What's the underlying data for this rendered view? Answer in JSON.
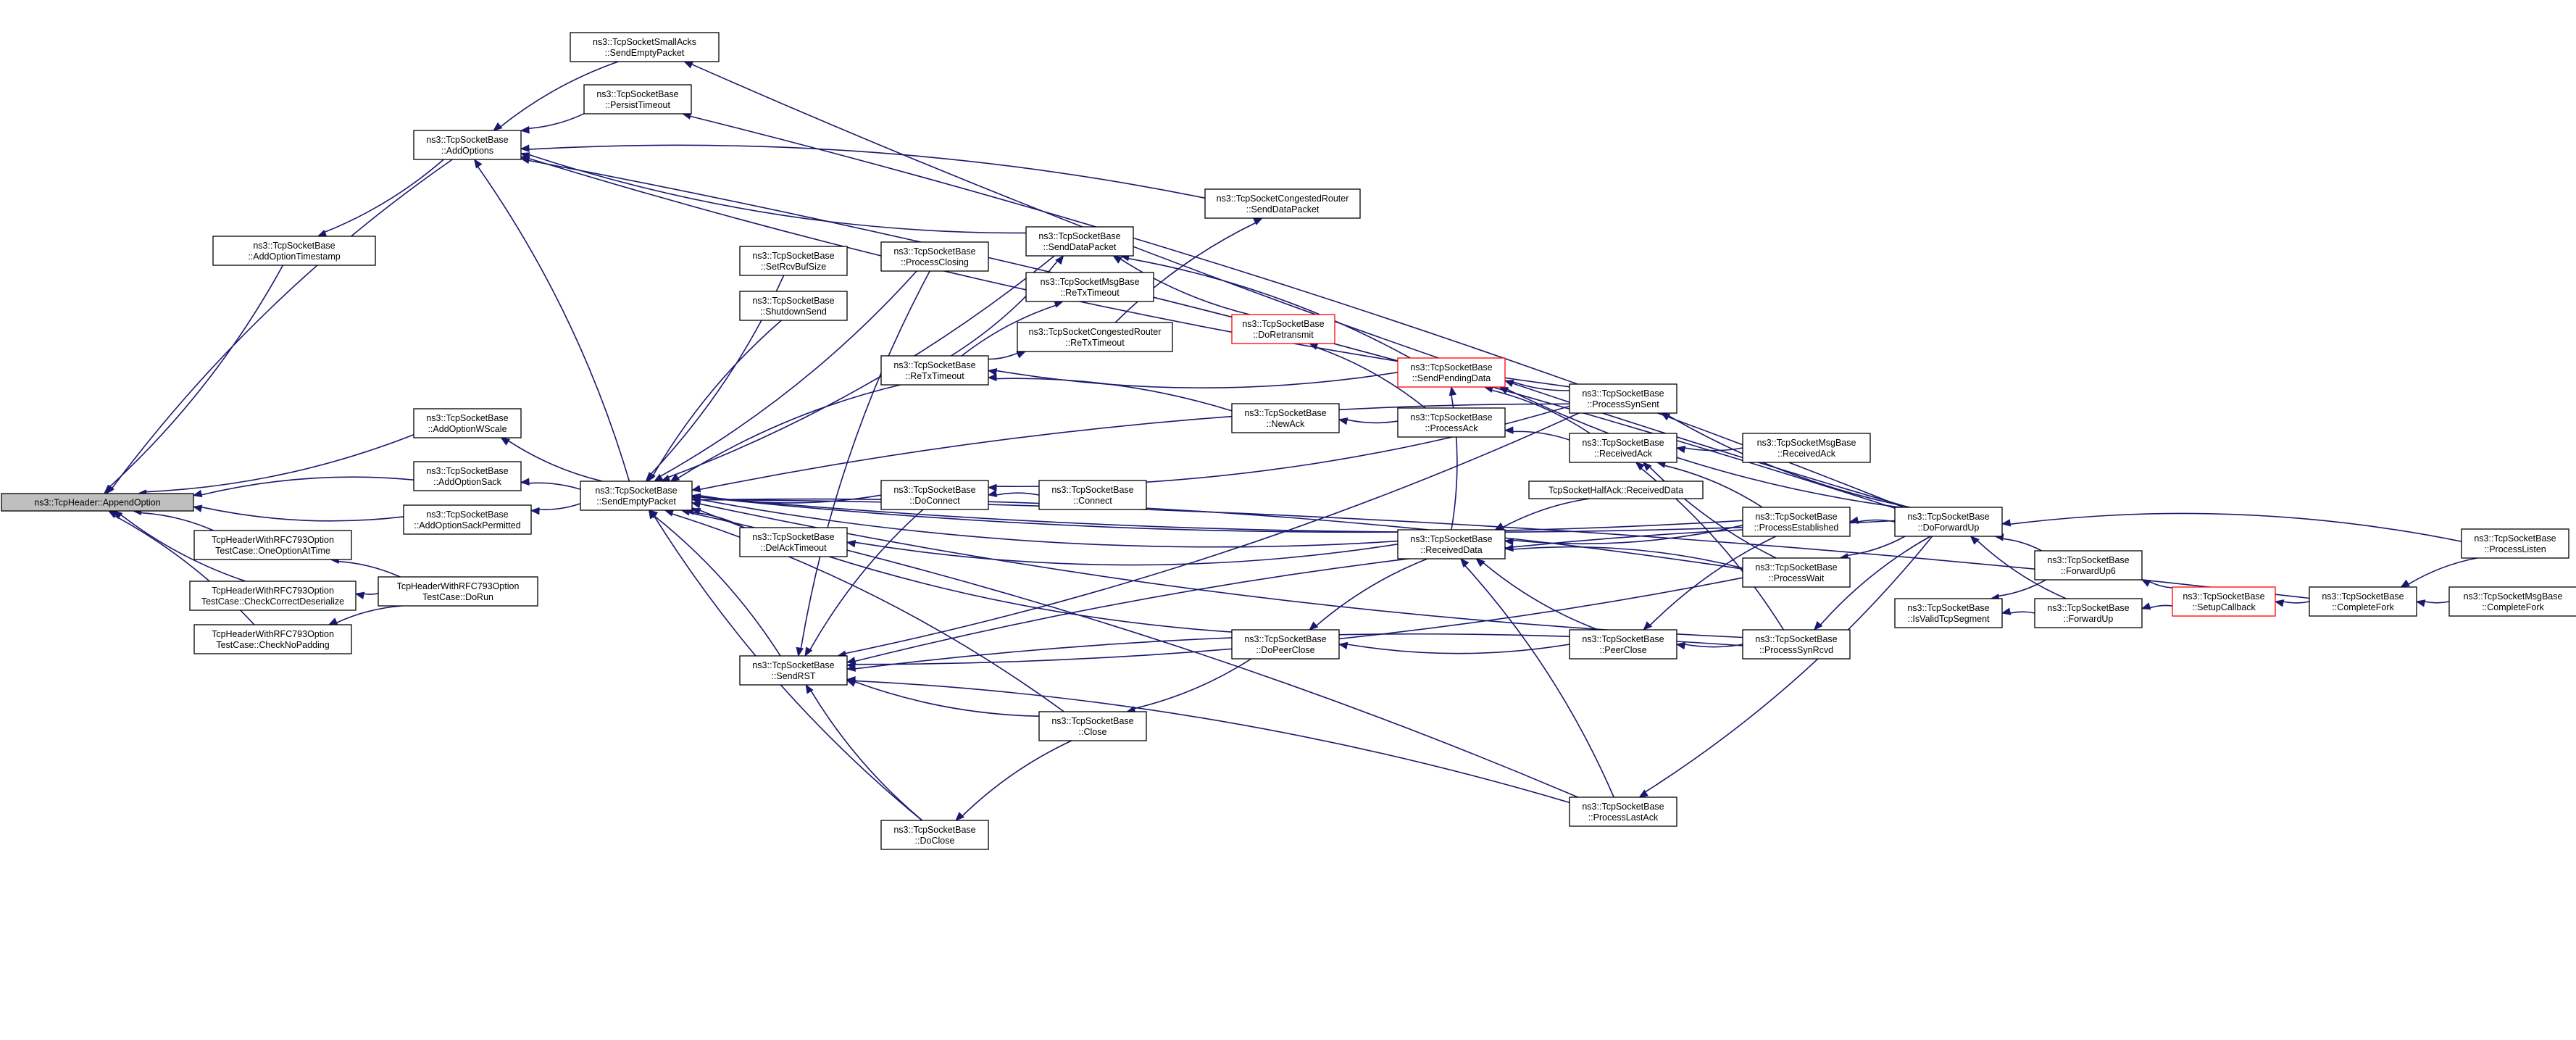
{
  "graph": {
    "edge_color": "#191970",
    "root_fill": "#bfbfbf",
    "truncated_border_color": "#ff0000",
    "nodes": [
      {
        "id": "append",
        "lines": [
          "ns3::TcpHeader::AppendOption"
        ],
        "root": true
      },
      {
        "id": "aots",
        "lines": [
          "ns3::TcpSocketBase",
          "::AddOptionTimestamp"
        ]
      },
      {
        "id": "addopt",
        "lines": [
          "ns3::TcpSocketBase",
          "::AddOptions"
        ]
      },
      {
        "id": "sack_sep",
        "lines": [
          "ns3::TcpSocketSmallAcks",
          "::SendEmptyPacket"
        ]
      },
      {
        "id": "persist",
        "lines": [
          "ns3::TcpSocketBase",
          "::PersistTimeout"
        ]
      },
      {
        "id": "aows",
        "lines": [
          "ns3::TcpSocketBase",
          "::AddOptionWScale"
        ]
      },
      {
        "id": "aosack",
        "lines": [
          "ns3::TcpSocketBase",
          "::AddOptionSack"
        ]
      },
      {
        "id": "aosp",
        "lines": [
          "ns3::TcpSocketBase",
          "::AddOptionSackPermitted"
        ]
      },
      {
        "id": "t1",
        "lines": [
          "TcpHeaderWithRFC793Option",
          "TestCase::OneOptionAtTime"
        ]
      },
      {
        "id": "t2",
        "lines": [
          "TcpHeaderWithRFC793Option",
          "TestCase::CheckCorrectDeserialize"
        ]
      },
      {
        "id": "t3",
        "lines": [
          "TcpHeaderWithRFC793Option",
          "TestCase::CheckNoPadding"
        ]
      },
      {
        "id": "trun",
        "lines": [
          "TcpHeaderWithRFC793Option",
          "TestCase::DoRun"
        ]
      },
      {
        "id": "sep",
        "lines": [
          "ns3::TcpSocketBase",
          "::SendEmptyPacket"
        ]
      },
      {
        "id": "srcv",
        "lines": [
          "ns3::TcpSocketBase",
          "::SetRcvBufSize"
        ]
      },
      {
        "id": "sshut",
        "lines": [
          "ns3::TcpSocketBase",
          "::ShutdownSend"
        ]
      },
      {
        "id": "pclosing",
        "lines": [
          "ns3::TcpSocketBase",
          "::ProcessClosing"
        ]
      },
      {
        "id": "sdp",
        "lines": [
          "ns3::TcpSocketBase",
          "::SendDataPacket"
        ]
      },
      {
        "id": "mrto",
        "lines": [
          "ns3::TcpSocketMsgBase",
          "::ReTxTimeout"
        ]
      },
      {
        "id": "crrto",
        "lines": [
          "ns3::TcpSocketCongestedRouter",
          "::ReTxTimeout"
        ]
      },
      {
        "id": "crsdp",
        "lines": [
          "ns3::TcpSocketCongestedRouter",
          "::SendDataPacket"
        ]
      },
      {
        "id": "dortx",
        "lines": [
          "ns3::TcpSocketBase",
          "::DoRetransmit"
        ],
        "red": true
      },
      {
        "id": "rto",
        "lines": [
          "ns3::TcpSocketBase",
          "::ReTxTimeout"
        ]
      },
      {
        "id": "spd",
        "lines": [
          "ns3::TcpSocketBase",
          "::SendPendingData"
        ],
        "red": true
      },
      {
        "id": "pss",
        "lines": [
          "ns3::TcpSocketBase",
          "::ProcessSynSent"
        ]
      },
      {
        "id": "newack",
        "lines": [
          "ns3::TcpSocketBase",
          "::NewAck"
        ]
      },
      {
        "id": "pack",
        "lines": [
          "ns3::TcpSocketBase",
          "::ProcessAck"
        ]
      },
      {
        "id": "rack",
        "lines": [
          "ns3::TcpSocketBase",
          "::ReceivedAck"
        ]
      },
      {
        "id": "mrack",
        "lines": [
          "ns3::TcpSocketMsgBase",
          "::ReceivedAck"
        ]
      },
      {
        "id": "doconn",
        "lines": [
          "ns3::TcpSocketBase",
          "::DoConnect"
        ]
      },
      {
        "id": "conn",
        "lines": [
          "ns3::TcpSocketBase",
          "::Connect"
        ]
      },
      {
        "id": "half",
        "lines": [
          "TcpSocketHalfAck::ReceivedData"
        ]
      },
      {
        "id": "delack",
        "lines": [
          "ns3::TcpSocketBase",
          "::DelAckTimeout"
        ]
      },
      {
        "id": "rdata",
        "lines": [
          "ns3::TcpSocketBase",
          "::ReceivedData"
        ]
      },
      {
        "id": "pest",
        "lines": [
          "ns3::TcpSocketBase",
          "::ProcessEstablished"
        ]
      },
      {
        "id": "pwait",
        "lines": [
          "ns3::TcpSocketBase",
          "::ProcessWait"
        ]
      },
      {
        "id": "dfu",
        "lines": [
          "ns3::TcpSocketBase",
          "::DoForwardUp"
        ]
      },
      {
        "id": "plisten",
        "lines": [
          "ns3::TcpSocketBase",
          "::ProcessListen"
        ]
      },
      {
        "id": "fu6",
        "lines": [
          "ns3::TcpSocketBase",
          "::ForwardUp6"
        ]
      },
      {
        "id": "isvalid",
        "lines": [
          "ns3::TcpSocketBase",
          "::IsValidTcpSegment"
        ]
      },
      {
        "id": "fu",
        "lines": [
          "ns3::TcpSocketBase",
          "::ForwardUp"
        ]
      },
      {
        "id": "setupcb",
        "lines": [
          "ns3::TcpSocketBase",
          "::SetupCallback"
        ],
        "red": true
      },
      {
        "id": "cfork",
        "lines": [
          "ns3::TcpSocketBase",
          "::CompleteFork"
        ]
      },
      {
        "id": "mcfork",
        "lines": [
          "ns3::TcpSocketMsgBase",
          "::CompleteFork"
        ]
      },
      {
        "id": "dpclose",
        "lines": [
          "ns3::TcpSocketBase",
          "::DoPeerClose"
        ]
      },
      {
        "id": "pclose",
        "lines": [
          "ns3::TcpSocketBase",
          "::PeerClose"
        ]
      },
      {
        "id": "psrcvd",
        "lines": [
          "ns3::TcpSocketBase",
          "::ProcessSynRcvd"
        ]
      },
      {
        "id": "srst",
        "lines": [
          "ns3::TcpSocketBase",
          "::SendRST"
        ]
      },
      {
        "id": "close",
        "lines": [
          "ns3::TcpSocketBase",
          "::Close"
        ]
      },
      {
        "id": "plack",
        "lines": [
          "ns3::TcpSocketBase",
          "::ProcessLastAck"
        ]
      },
      {
        "id": "doclose",
        "lines": [
          "ns3::TcpSocketBase",
          "::DoClose"
        ]
      }
    ],
    "edges": [
      [
        "append",
        "aots"
      ],
      [
        "append",
        "addopt"
      ],
      [
        "append",
        "aows"
      ],
      [
        "append",
        "aosack"
      ],
      [
        "append",
        "aosp"
      ],
      [
        "append",
        "t1"
      ],
      [
        "append",
        "t2"
      ],
      [
        "append",
        "t3"
      ],
      [
        "aots",
        "addopt"
      ],
      [
        "addopt",
        "sack_sep"
      ],
      [
        "addopt",
        "persist"
      ],
      [
        "addopt",
        "sep"
      ],
      [
        "addopt",
        "sdp"
      ],
      [
        "addopt",
        "crsdp"
      ],
      [
        "addopt",
        "pss"
      ],
      [
        "addopt",
        "dfu"
      ],
      [
        "aows",
        "sep"
      ],
      [
        "aosack",
        "sep"
      ],
      [
        "aosp",
        "sep"
      ],
      [
        "t1",
        "trun"
      ],
      [
        "t2",
        "trun"
      ],
      [
        "t3",
        "trun"
      ],
      [
        "sep",
        "srcv"
      ],
      [
        "sep",
        "sshut"
      ],
      [
        "sep",
        "pclosing"
      ],
      [
        "sep",
        "rto"
      ],
      [
        "sep",
        "doconn"
      ],
      [
        "sep",
        "delack"
      ],
      [
        "sep",
        "rdata"
      ],
      [
        "sep",
        "srst"
      ],
      [
        "sep",
        "dpclose"
      ],
      [
        "sep",
        "close"
      ],
      [
        "sep",
        "doclose"
      ],
      [
        "sep",
        "pss"
      ],
      [
        "sep",
        "pest"
      ],
      [
        "sep",
        "pwait"
      ],
      [
        "sep",
        "psrcvd"
      ],
      [
        "sep",
        "plack"
      ],
      [
        "sep",
        "dfu"
      ],
      [
        "sep",
        "cfork"
      ],
      [
        "sep",
        "sdp"
      ],
      [
        "persist",
        "dfu"
      ],
      [
        "sack_sep",
        "dfu"
      ],
      [
        "sdp",
        "rto"
      ],
      [
        "sdp",
        "dortx"
      ],
      [
        "sdp",
        "spd"
      ],
      [
        "mrto",
        "rto"
      ],
      [
        "crrto",
        "rto"
      ],
      [
        "crsdp",
        "crrto"
      ],
      [
        "dortx",
        "pack"
      ],
      [
        "rto",
        "spd"
      ],
      [
        "rto",
        "newack"
      ],
      [
        "spd",
        "pss"
      ],
      [
        "spd",
        "rack"
      ],
      [
        "spd",
        "dfu"
      ],
      [
        "spd",
        "rdata"
      ],
      [
        "newack",
        "pack"
      ],
      [
        "pack",
        "rack"
      ],
      [
        "rack",
        "mrack"
      ],
      [
        "rack",
        "pest"
      ],
      [
        "rack",
        "pwait"
      ],
      [
        "rack",
        "psrcvd"
      ],
      [
        "pss",
        "dfu"
      ],
      [
        "doconn",
        "conn"
      ],
      [
        "doconn",
        "pss"
      ],
      [
        "rdata",
        "half"
      ],
      [
        "rdata",
        "pest"
      ],
      [
        "rdata",
        "pwait"
      ],
      [
        "rdata",
        "pclose"
      ],
      [
        "rdata",
        "plack"
      ],
      [
        "delack",
        "rdata"
      ],
      [
        "pest",
        "dfu"
      ],
      [
        "pwait",
        "dfu"
      ],
      [
        "psrcvd",
        "dfu"
      ],
      [
        "plack",
        "dfu"
      ],
      [
        "dfu",
        "fu6"
      ],
      [
        "dfu",
        "fu"
      ],
      [
        "dfu",
        "plisten"
      ],
      [
        "isvalid",
        "fu6"
      ],
      [
        "isvalid",
        "fu"
      ],
      [
        "fu6",
        "setupcb"
      ],
      [
        "fu",
        "setupcb"
      ],
      [
        "setupcb",
        "cfork"
      ],
      [
        "cfork",
        "plisten"
      ],
      [
        "cfork",
        "mcfork"
      ],
      [
        "dpclose",
        "rdata"
      ],
      [
        "dpclose",
        "pclose"
      ],
      [
        "pclose",
        "pest"
      ],
      [
        "pclose",
        "psrcvd"
      ],
      [
        "srst",
        "doconn"
      ],
      [
        "srst",
        "pss"
      ],
      [
        "srst",
        "pest"
      ],
      [
        "srst",
        "pwait"
      ],
      [
        "srst",
        "psrcvd"
      ],
      [
        "srst",
        "close"
      ],
      [
        "srst",
        "plack"
      ],
      [
        "srst",
        "doclose"
      ],
      [
        "srst",
        "pclosing"
      ],
      [
        "close",
        "dpclose"
      ],
      [
        "doclose",
        "close"
      ]
    ]
  }
}
